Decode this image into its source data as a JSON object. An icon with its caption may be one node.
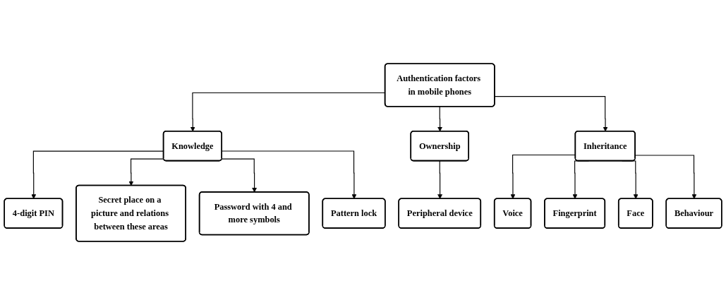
{
  "diagram": {
    "nodes": [
      {
        "text": [
          "Authentication factors in mobile phones"
        ]
      },
      {
        "text": [
          "Knowledge"
        ]
      },
      {
        "text": [
          "Ownership"
        ]
      },
      {
        "text": [
          "Inheritance"
        ]
      },
      {
        "text": [
          "4-digit PIN"
        ]
      },
      {
        "text": [
          "Secret place on a picture and relations between these areas"
        ]
      },
      {
        "text": [
          "Password with 4 and more symbols"
        ]
      },
      {
        "text": [
          "Pattern lock"
        ]
      },
      {
        "text": [
          "Peripheral device"
        ]
      },
      {
        "text": [
          "Voice"
        ]
      },
      {
        "text": [
          "Fingerprint"
        ]
      },
      {
        "text": [
          "Face"
        ]
      },
      {
        "text": [
          "Behaviour"
        ]
      }
    ],
    "edges": [
      {
        "from": 0,
        "to": 1,
        "arrow": "to"
      },
      {
        "from": 0,
        "to": 2,
        "arrow": "to"
      },
      {
        "from": 0,
        "to": 3,
        "arrow": "to"
      },
      {
        "from": 1,
        "to": 4,
        "arrow": "to"
      },
      {
        "from": 1,
        "to": 5,
        "arrow": "to"
      },
      {
        "from": 1,
        "to": 6,
        "arrow": "to"
      },
      {
        "from": 1,
        "to": 7,
        "arrow": "to"
      },
      {
        "from": 2,
        "to": 8,
        "arrow": "to"
      },
      {
        "from": 3,
        "to": 9,
        "arrow": "to"
      },
      {
        "from": 3,
        "to": 10,
        "arrow": "to"
      },
      {
        "from": 3,
        "to": 11,
        "arrow": "to"
      },
      {
        "from": 3,
        "to": 12,
        "arrow": "to"
      }
    ]
  }
}
